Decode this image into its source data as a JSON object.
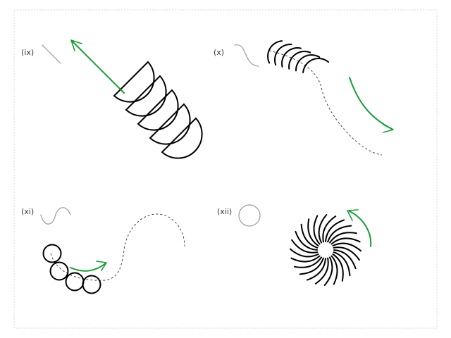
{
  "colors": {
    "shape": "#000000",
    "motion": "#1a9a3a",
    "glyph": "#999999",
    "guide": "#444444",
    "frame": "#d8d8d8"
  },
  "panels": [
    {
      "label": "(ix)",
      "glyph_icon": "line-segment-icon",
      "shape": "half-disc",
      "copies": 5
    },
    {
      "label": "(x)",
      "glyph_icon": "s-curve-icon",
      "shape": "arc",
      "copies": 6
    },
    {
      "label": "(xi)",
      "glyph_icon": "wave-icon",
      "shape": "circle",
      "copies": 4
    },
    {
      "label": "(xii)",
      "glyph_icon": "circle-icon",
      "shape": "curved-spoke",
      "copies": 24
    }
  ]
}
